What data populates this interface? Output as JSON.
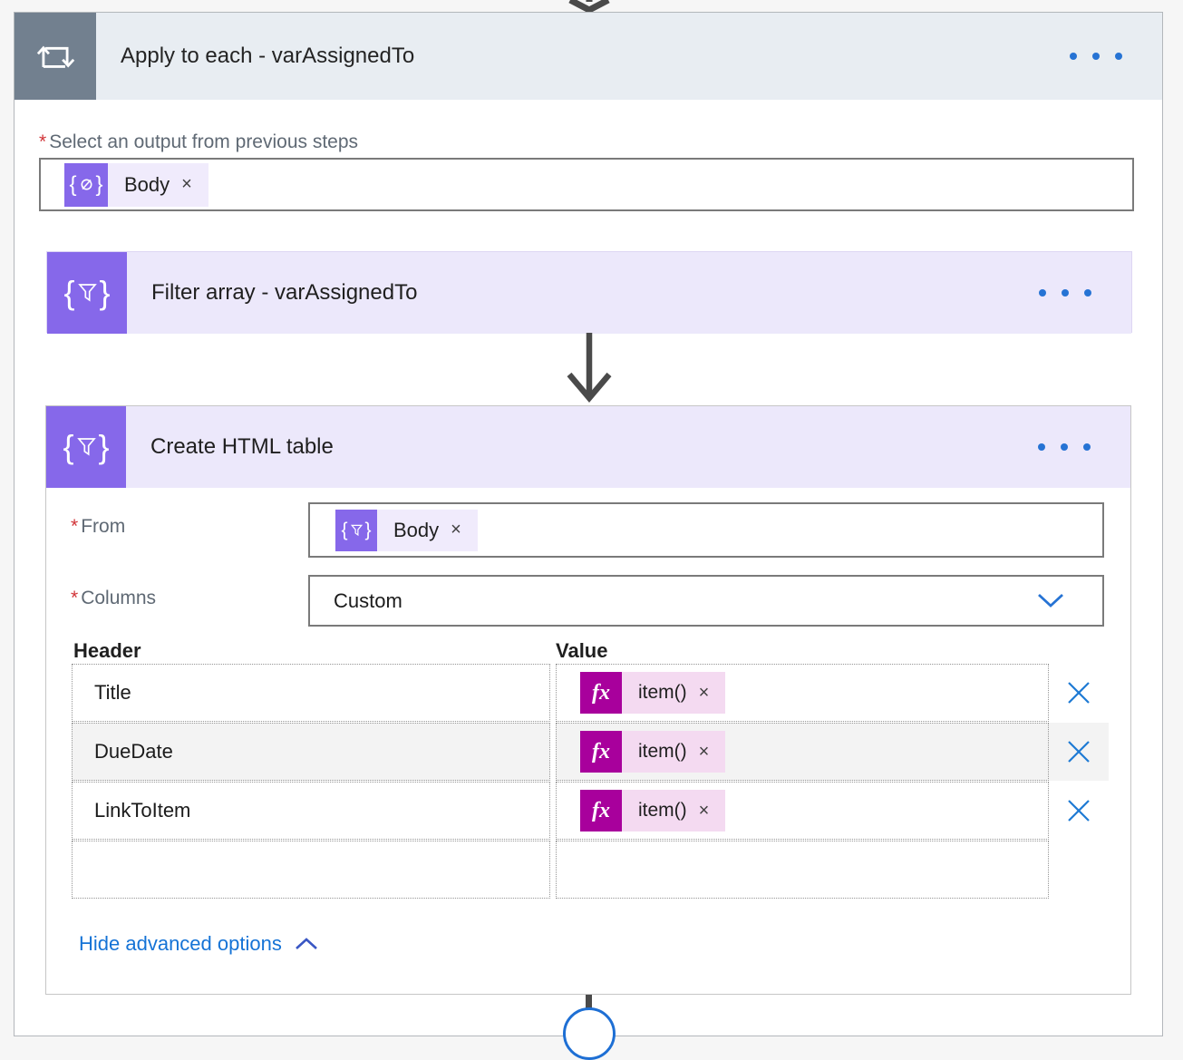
{
  "flow": {
    "apply_to_each": {
      "title": "Apply to each - varAssignedTo",
      "required_mark": "*",
      "output_label": "Select an output from previous steps",
      "token": {
        "name": "Body",
        "remove_glyph": "×"
      }
    },
    "filter_array": {
      "title": "Filter array - varAssignedTo"
    },
    "create_html_table": {
      "title": "Create HTML table",
      "from_label": "From",
      "from_token": {
        "name": "Body",
        "remove_glyph": "×"
      },
      "columns_label": "Columns",
      "columns_value": "Custom",
      "table": {
        "header_col": "Header",
        "value_col": "Value",
        "rows": [
          {
            "header": "Title",
            "value_token": "item()",
            "remove_glyph": "×"
          },
          {
            "header": "DueDate",
            "value_token": "item()",
            "remove_glyph": "×"
          },
          {
            "header": "LinkToItem",
            "value_token": "item()",
            "remove_glyph": "×"
          },
          {
            "header": "",
            "value_token": "",
            "remove_glyph": ""
          }
        ]
      },
      "advanced_link": "Hide advanced options"
    },
    "icons": {
      "loop": "loop-icon",
      "filter": "filter-braces-icon",
      "dynamic_content": "dynamic-content-icon",
      "expression_glyph": "fx",
      "ellipsis": "menu-ellipsis-icon"
    },
    "colors": {
      "accent_blue": "#2673d4",
      "icon_purple": "#8668ea",
      "icon_slate": "#72808f",
      "expression_magenta": "#a8009c",
      "scope_header_bg": "#e8edf2",
      "action_header_bg": "#ece8fb",
      "required_red": "#d13438"
    }
  }
}
